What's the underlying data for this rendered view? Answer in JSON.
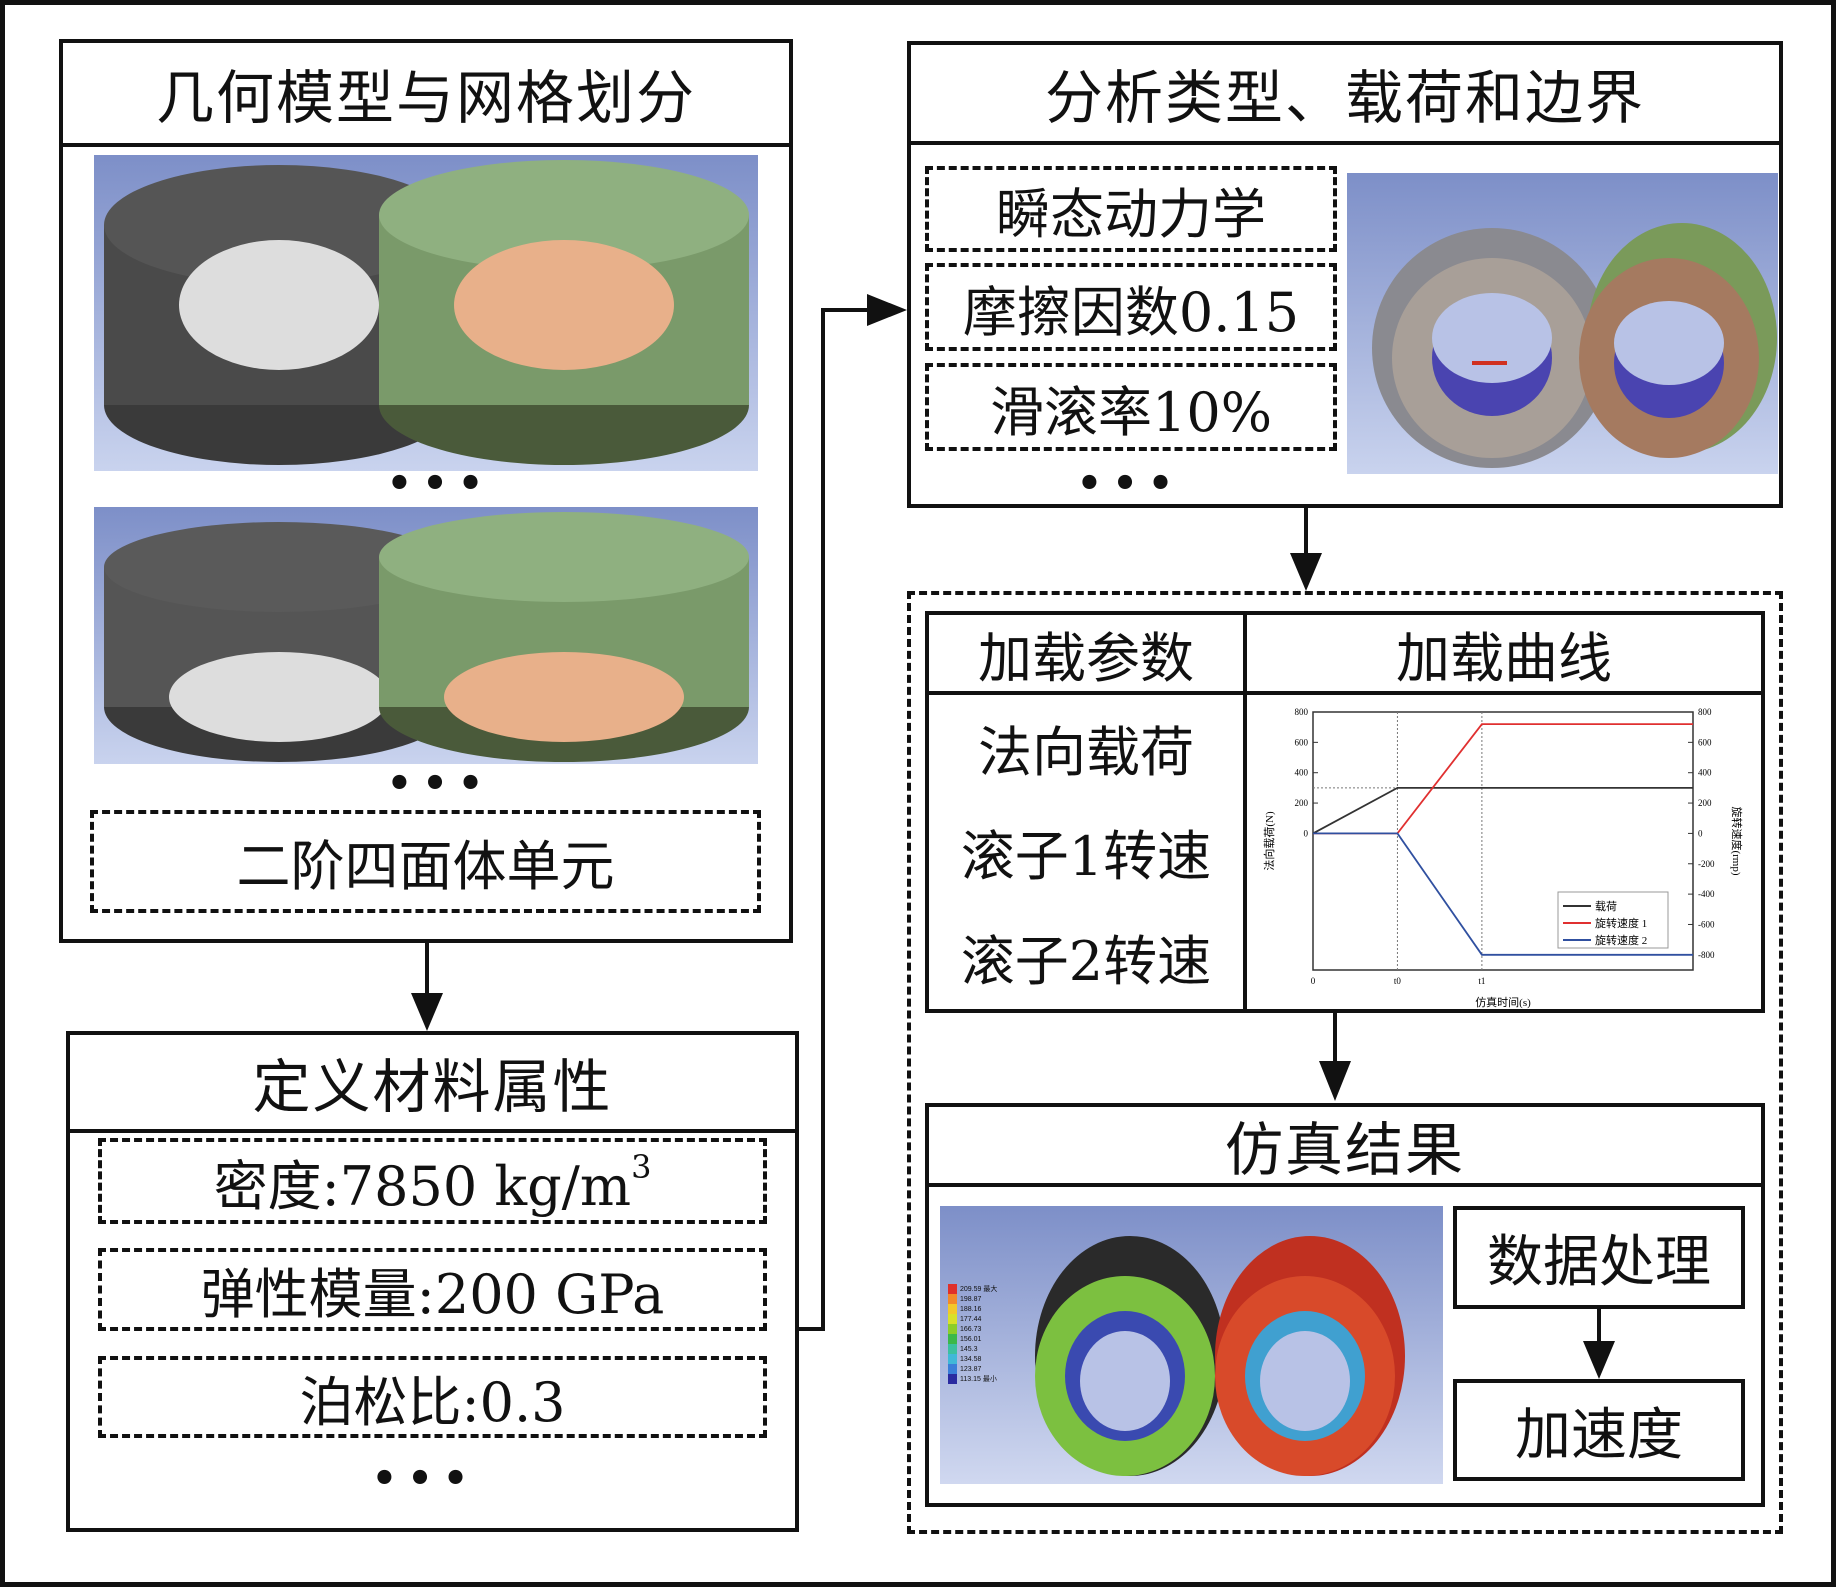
{
  "geometry": {
    "title": "几何模型与网格划分",
    "element_type": "二阶四面体单元",
    "ellipsis": "•••"
  },
  "material": {
    "title": "定义材料属性",
    "density": "密度:7850 kg/m",
    "density_sup": "3",
    "modulus": "弹性模量:200 GPa",
    "poisson": "泊松比:0.3",
    "ellipsis": "•••"
  },
  "analysis": {
    "title": "分析类型、载荷和边界",
    "items": [
      "瞬态动力学",
      "摩擦因数0.15",
      "滑滚率10%"
    ],
    "ellipsis": "•••"
  },
  "loading": {
    "params_header": "加载参数",
    "curve_header": "加载曲线",
    "params": [
      "法向载荷",
      "滚子1转速",
      "滚子2转速"
    ]
  },
  "results": {
    "title": "仿真结果",
    "data_processing": "数据处理",
    "acceleration": "加速度",
    "legend": [
      "209.59 最大",
      "198.87",
      "188.16",
      "177.44",
      "166.73",
      "156.01",
      "145.3",
      "134.58",
      "123.87",
      "113.15 最小"
    ],
    "legend_colors": [
      "#e0302a",
      "#f28a2a",
      "#f2c82a",
      "#d8e02a",
      "#8ccd2a",
      "#3cb84a",
      "#3cc0a0",
      "#40b8d8",
      "#3a7ed8",
      "#2a2aa0"
    ]
  },
  "chart_data": {
    "type": "line",
    "xlabel": "仿真时间(s)",
    "ylabel": "法向载荷(N)",
    "y2label": "旋转速度(rmp)",
    "xticks": [
      {
        "v": 0,
        "label": "0"
      },
      {
        "v": 1,
        "label": "t0"
      },
      {
        "v": 2,
        "label": "t1"
      }
    ],
    "xlim": [
      0,
      4.5
    ],
    "yticks": [
      0,
      200,
      400,
      600,
      800
    ],
    "ylim": [
      -900,
      800
    ],
    "y2ticks": [
      -800,
      -600,
      -400,
      -200,
      0,
      200,
      400,
      600,
      800
    ],
    "series": [
      {
        "name": "载荷",
        "color": "#333333",
        "x": [
          0,
          1,
          4.5
        ],
        "y": [
          0,
          300,
          300
        ]
      },
      {
        "name": "旋转速度 1",
        "color": "#e03030",
        "x": [
          0,
          1,
          2,
          4.5
        ],
        "y": [
          0,
          0,
          720,
          720
        ]
      },
      {
        "name": "旋转速度 2",
        "color": "#3050a0",
        "x": [
          0,
          1,
          2,
          4.5
        ],
        "y": [
          0,
          0,
          -800,
          -800
        ]
      }
    ],
    "legend_position": "bottom-right"
  }
}
